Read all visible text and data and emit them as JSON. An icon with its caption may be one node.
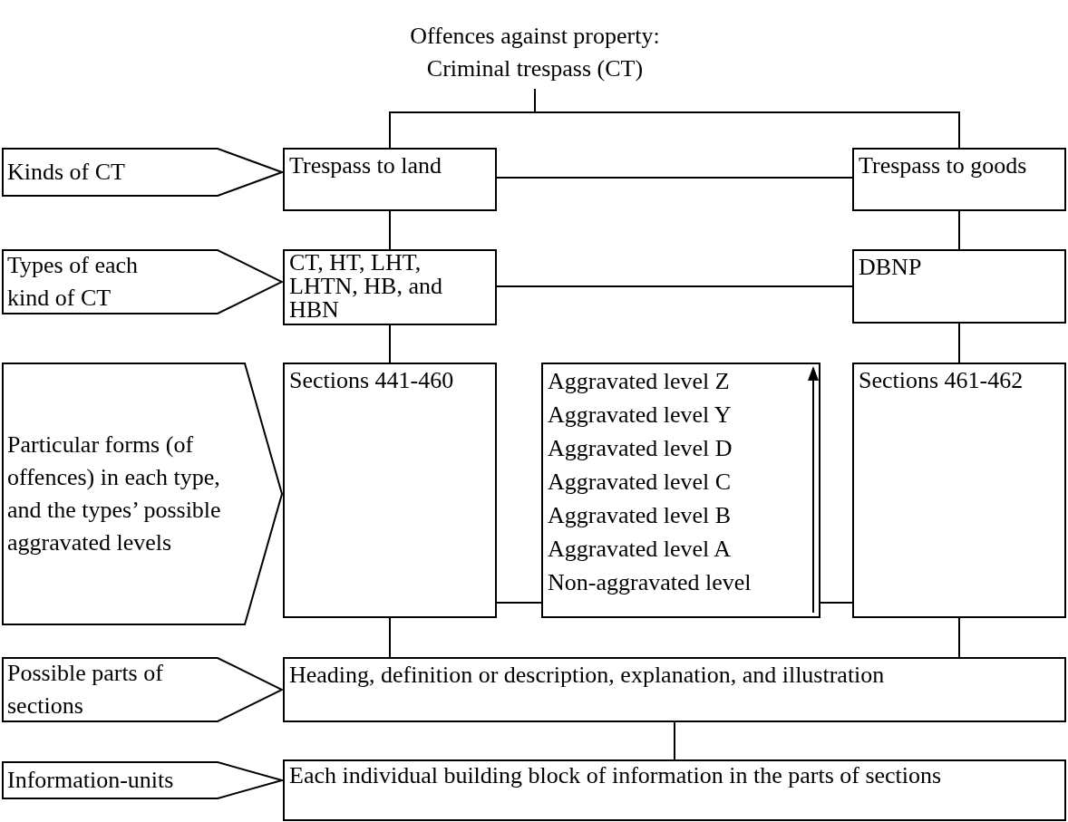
{
  "diagram": {
    "nodes": [
      {
        "text": [
          "Offences against property: Criminal trespass (CT)"
        ]
      },
      {
        "text": [
          "Kinds of CT"
        ]
      },
      {
        "text": [
          "Trespass to land"
        ]
      },
      {
        "text": [
          "Trespass to goods"
        ]
      },
      {
        "text": [
          "Types of each kind of CT"
        ]
      },
      {
        "text": [
          "CT, HT, LHT, LHTN, HB, and HBN"
        ]
      },
      {
        "text": [
          "DBNP"
        ]
      },
      {
        "text": [
          "Particular forms (of offences) in each type, and the types’ possible aggravated levels"
        ]
      },
      {
        "text": [
          "Sections 441-460"
        ]
      },
      {
        "text": [
          "Aggravated level Z",
          "Aggravated level Y",
          "Aggravated level D",
          "Aggravated level C",
          "Aggravated level B",
          "Aggravated level A",
          "Non-aggravated level"
        ]
      },
      {
        "text": [
          "Sections 461-462"
        ]
      },
      {
        "text": [
          "Possible parts of sections"
        ]
      },
      {
        "text": [
          "Heading, definition or description, explanation, and illustration"
        ]
      },
      {
        "text": [
          "Information-units"
        ]
      },
      {
        "text": [
          "Each individual building block of information in the parts of sections"
        ]
      }
    ],
    "edges": [
      {
        "from": 0,
        "to": 2,
        "arrow": "none"
      },
      {
        "from": 0,
        "to": 3,
        "arrow": "none"
      },
      {
        "from": 2,
        "to": 3,
        "arrow": "none"
      },
      {
        "from": 2,
        "to": 5,
        "arrow": "none"
      },
      {
        "from": 3,
        "to": 6,
        "arrow": "none"
      },
      {
        "from": 5,
        "to": 6,
        "arrow": "none"
      },
      {
        "from": 5,
        "to": 8,
        "arrow": "none"
      },
      {
        "from": 6,
        "to": 10,
        "arrow": "none"
      },
      {
        "from": 8,
        "to": 9,
        "arrow": "none"
      },
      {
        "from": 9,
        "to": 10,
        "arrow": "none"
      },
      {
        "from": 8,
        "to": 12,
        "arrow": "none"
      },
      {
        "from": 10,
        "to": 12,
        "arrow": "none"
      },
      {
        "from": 12,
        "to": 14,
        "arrow": "none"
      }
    ]
  }
}
